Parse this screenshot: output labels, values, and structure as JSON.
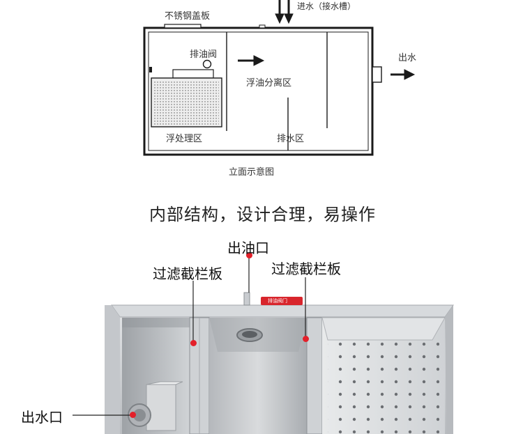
{
  "schematic": {
    "cover_label": "不锈钢盖板",
    "inlet_label": "进水（接水槽）",
    "outlet_label": "出水",
    "oil_valve_label": "排油阀",
    "separation_label": "浮油分离区",
    "float_label": "浮处理区",
    "drain_label": "排水区",
    "caption": "立面示意图"
  },
  "slogan": "内部结构，设计合理，易操作",
  "photo": {
    "oil_outlet_label": "出油口",
    "filter_left_label": "过滤截栏板",
    "filter_right_label": "过滤截栏板",
    "water_outlet_label": "出水口",
    "valve_tag_label": "排油阀门"
  },
  "colors": {
    "marker": "#e3202a",
    "steel": "#c9ccd0"
  }
}
